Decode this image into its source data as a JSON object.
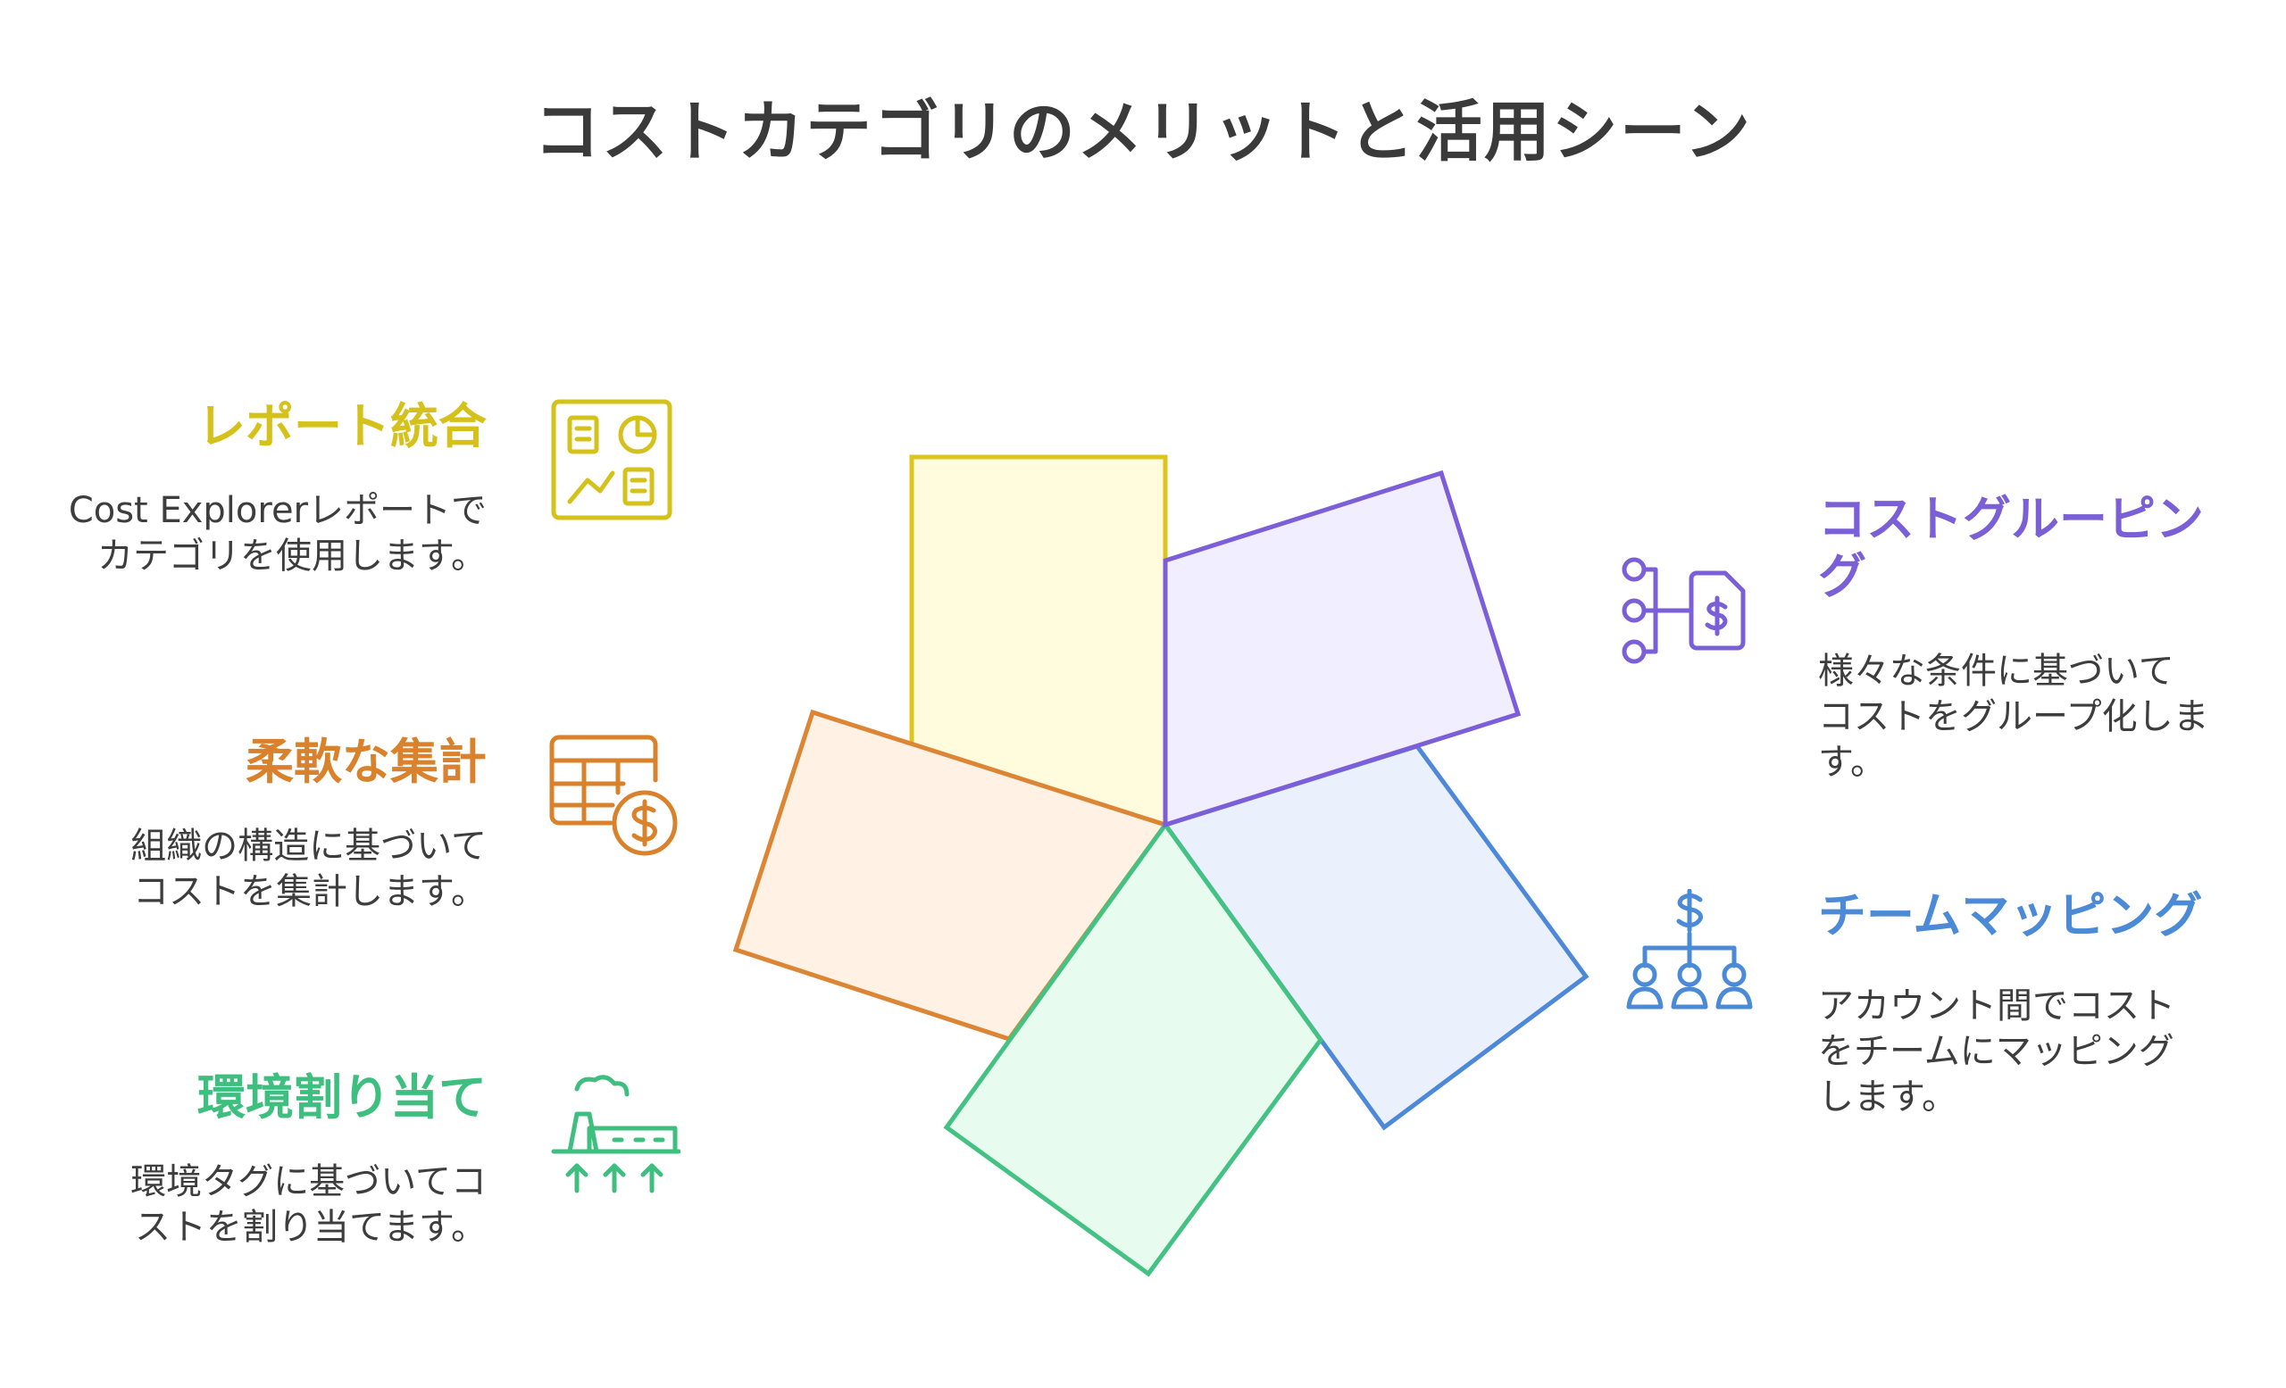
{
  "title": "コストカテゴリのメリットと活用シーン",
  "items": [
    {
      "key": "report",
      "heading": "レポート統合",
      "line1": "Cost Explorerレポートで",
      "line2": "カテゴリを使用します。",
      "color": "#d4c11a",
      "icon": "report-dashboard-icon"
    },
    {
      "key": "aggregate",
      "heading": "柔軟な集計",
      "line1": "組織の構造に基づいて",
      "line2": "コストを集計します。",
      "color": "#d9822b",
      "icon": "spreadsheet-dollar-icon"
    },
    {
      "key": "env",
      "heading": "環境割り当て",
      "line1": "環境タグに基づいてコ",
      "line2": "ストを割り当てます。",
      "color": "#3fbf7f",
      "icon": "factory-arrows-icon"
    },
    {
      "key": "grouping",
      "heading1": "コストグルーピン",
      "heading2": "グ",
      "line1": "様々な条件に基づいて",
      "line2": "コストをグループ化しま",
      "line3": "す。",
      "color": "#7a5fd6",
      "icon": "grouping-dollar-doc-icon"
    },
    {
      "key": "team",
      "heading": "チームマッピング",
      "line1": "アカウント間でコスト",
      "line2": "をチームにマッピング",
      "line3": "します。",
      "color": "#4a8ad6",
      "icon": "team-hierarchy-dollar-icon"
    }
  ]
}
